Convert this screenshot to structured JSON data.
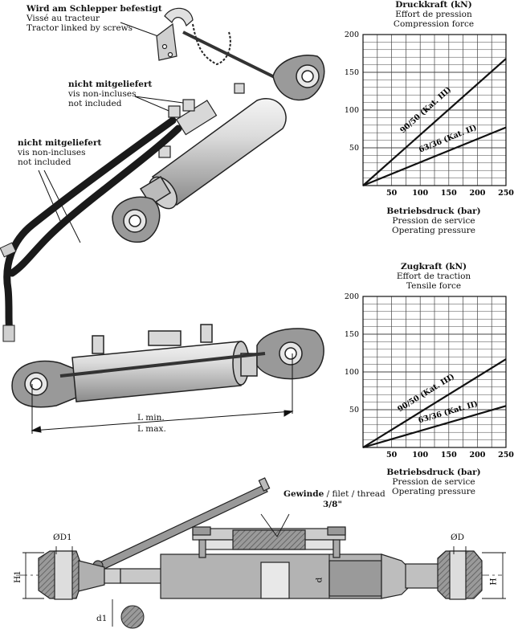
{
  "top_label": {
    "de": "Wird am Schlepper befestigt",
    "fr": "Vissé au tracteur",
    "en": "Tractor linked by screws"
  },
  "not_included_1": {
    "de": "nicht mitgeliefert",
    "fr": "vis non-incluses",
    "en": "not included"
  },
  "not_included_2": {
    "de": "nicht mitgeliefert",
    "fr": "vis non-incluses",
    "en": "not included"
  },
  "length": {
    "min": "L min.",
    "max": "L max."
  },
  "thread": {
    "de": "Gewinde",
    "sep": " / filet / thread",
    "size": "3/8\""
  },
  "dims": {
    "d1_dia": "ØD1",
    "d_dia": "ØD",
    "h1": "H1",
    "h": "H",
    "d1": "d1",
    "d": "d"
  },
  "chart_data": [
    {
      "type": "line",
      "title": "Druckkraft (kN)",
      "subtitle_fr": "Effort de pression",
      "subtitle_en": "Compression force",
      "xlabel": "Betriebsdruck (bar)",
      "xlabel_fr": "Pression de service",
      "xlabel_en": "Operating pressure",
      "xlim": [
        0,
        250
      ],
      "ylim": [
        0,
        200
      ],
      "xticks": [
        "50",
        "100",
        "150",
        "200",
        "250"
      ],
      "yticks": [
        "50",
        "100",
        "150",
        "200"
      ],
      "grid": true,
      "series": [
        {
          "name": "90/50 (Kat. III)",
          "x": [
            0,
            250
          ],
          "y": [
            0,
            168
          ]
        },
        {
          "name": "63/36 (Kat. II)",
          "x": [
            0,
            250
          ],
          "y": [
            0,
            77
          ]
        }
      ]
    },
    {
      "type": "line",
      "title": "Zugkraft (kN)",
      "subtitle_fr": "Effort de traction",
      "subtitle_en": "Tensile force",
      "xlabel": "Betriebsdruck (bar)",
      "xlabel_fr": "Pression de service",
      "xlabel_en": "Operating pressure",
      "xlim": [
        0,
        250
      ],
      "ylim": [
        0,
        200
      ],
      "xticks": [
        "50",
        "100",
        "150",
        "200",
        "250"
      ],
      "yticks": [
        "50",
        "100",
        "150",
        "200"
      ],
      "grid": true,
      "series": [
        {
          "name": "90/50 (Kat. III)",
          "x": [
            0,
            250
          ],
          "y": [
            0,
            117
          ]
        },
        {
          "name": "63/36 (Kat. II)",
          "x": [
            0,
            250
          ],
          "y": [
            0,
            55
          ]
        }
      ]
    }
  ]
}
